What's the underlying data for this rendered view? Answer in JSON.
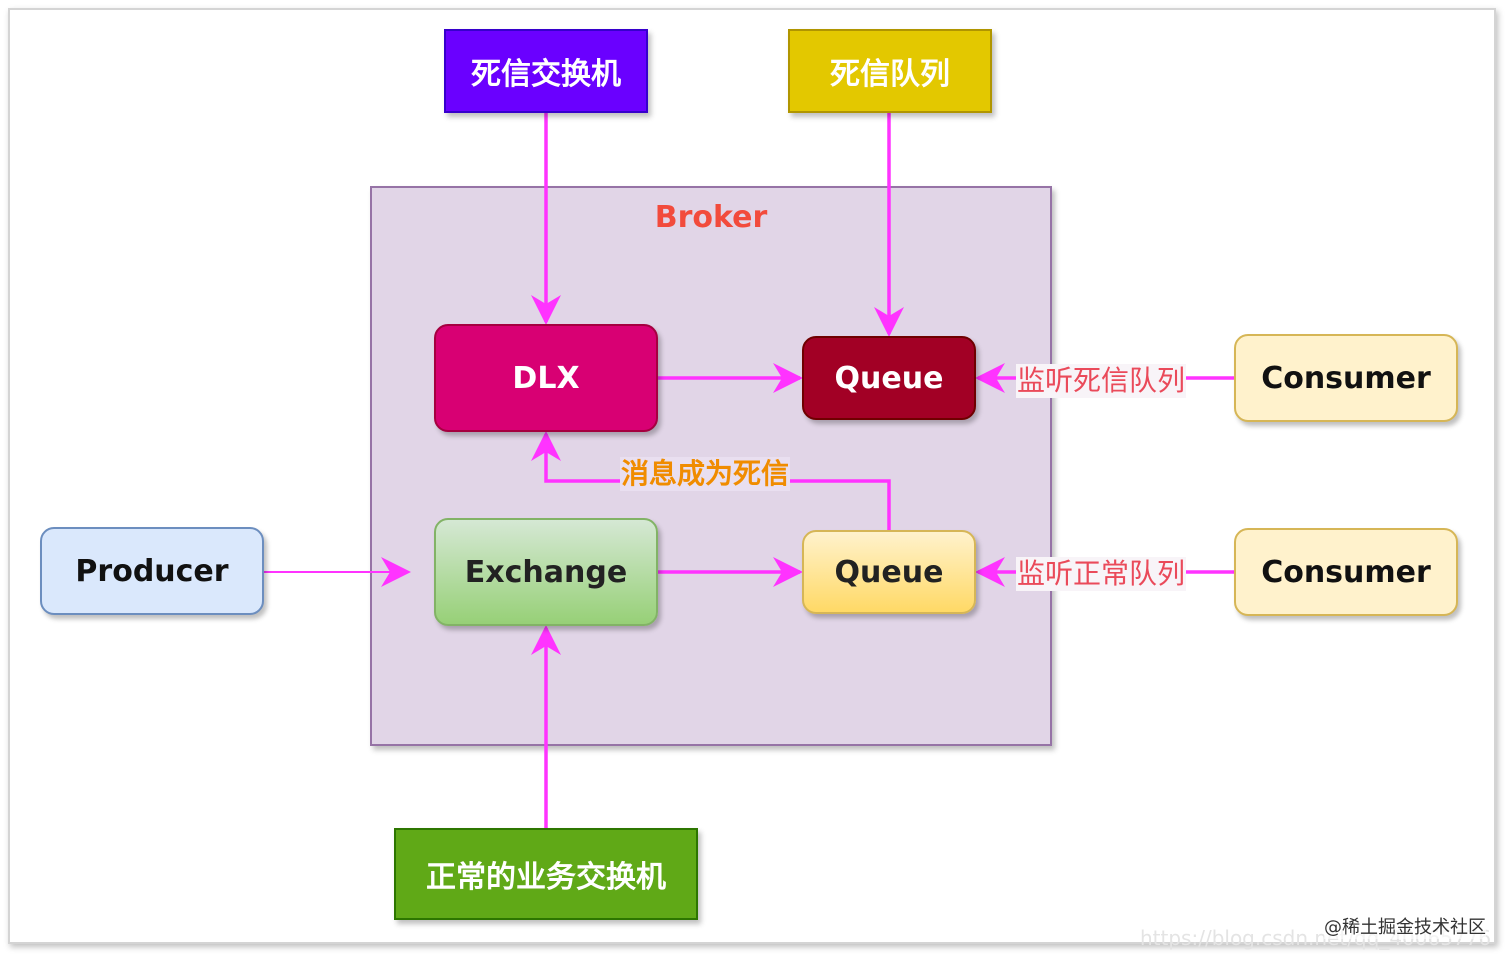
{
  "diagram": {
    "broker": {
      "label": "Broker"
    },
    "nodes": {
      "dead_letter_exchange": "死信交换机",
      "dead_letter_queue_top": "死信队列",
      "business_exchange": "正常的业务交换机",
      "dlx": "DLX",
      "queue_dead": "Queue",
      "exchange": "Exchange",
      "queue_normal": "Queue",
      "producer": "Producer",
      "consumer_dead": "Consumer",
      "consumer_normal": "Consumer"
    },
    "edge_labels": {
      "listen_dead": "监听死信队列",
      "listen_normal": "监听正常队列",
      "becomes_dead": "消息成为死信"
    },
    "colors": {
      "edge": "#ff33ff",
      "broker_fill": "#e1d5e7",
      "dlx": "#d80073",
      "queue_dead": "#a20025",
      "dead_letter_exchange": "#6a00ff",
      "dead_letter_queue": "#e3c800",
      "business_exchange": "#60a917",
      "producer": "#dae8fc",
      "consumer": "#fff2cc"
    }
  },
  "watermark": {
    "site": "@稀土掘金技术社区",
    "url": "https://blog.csdn.net/qq_40065776"
  }
}
